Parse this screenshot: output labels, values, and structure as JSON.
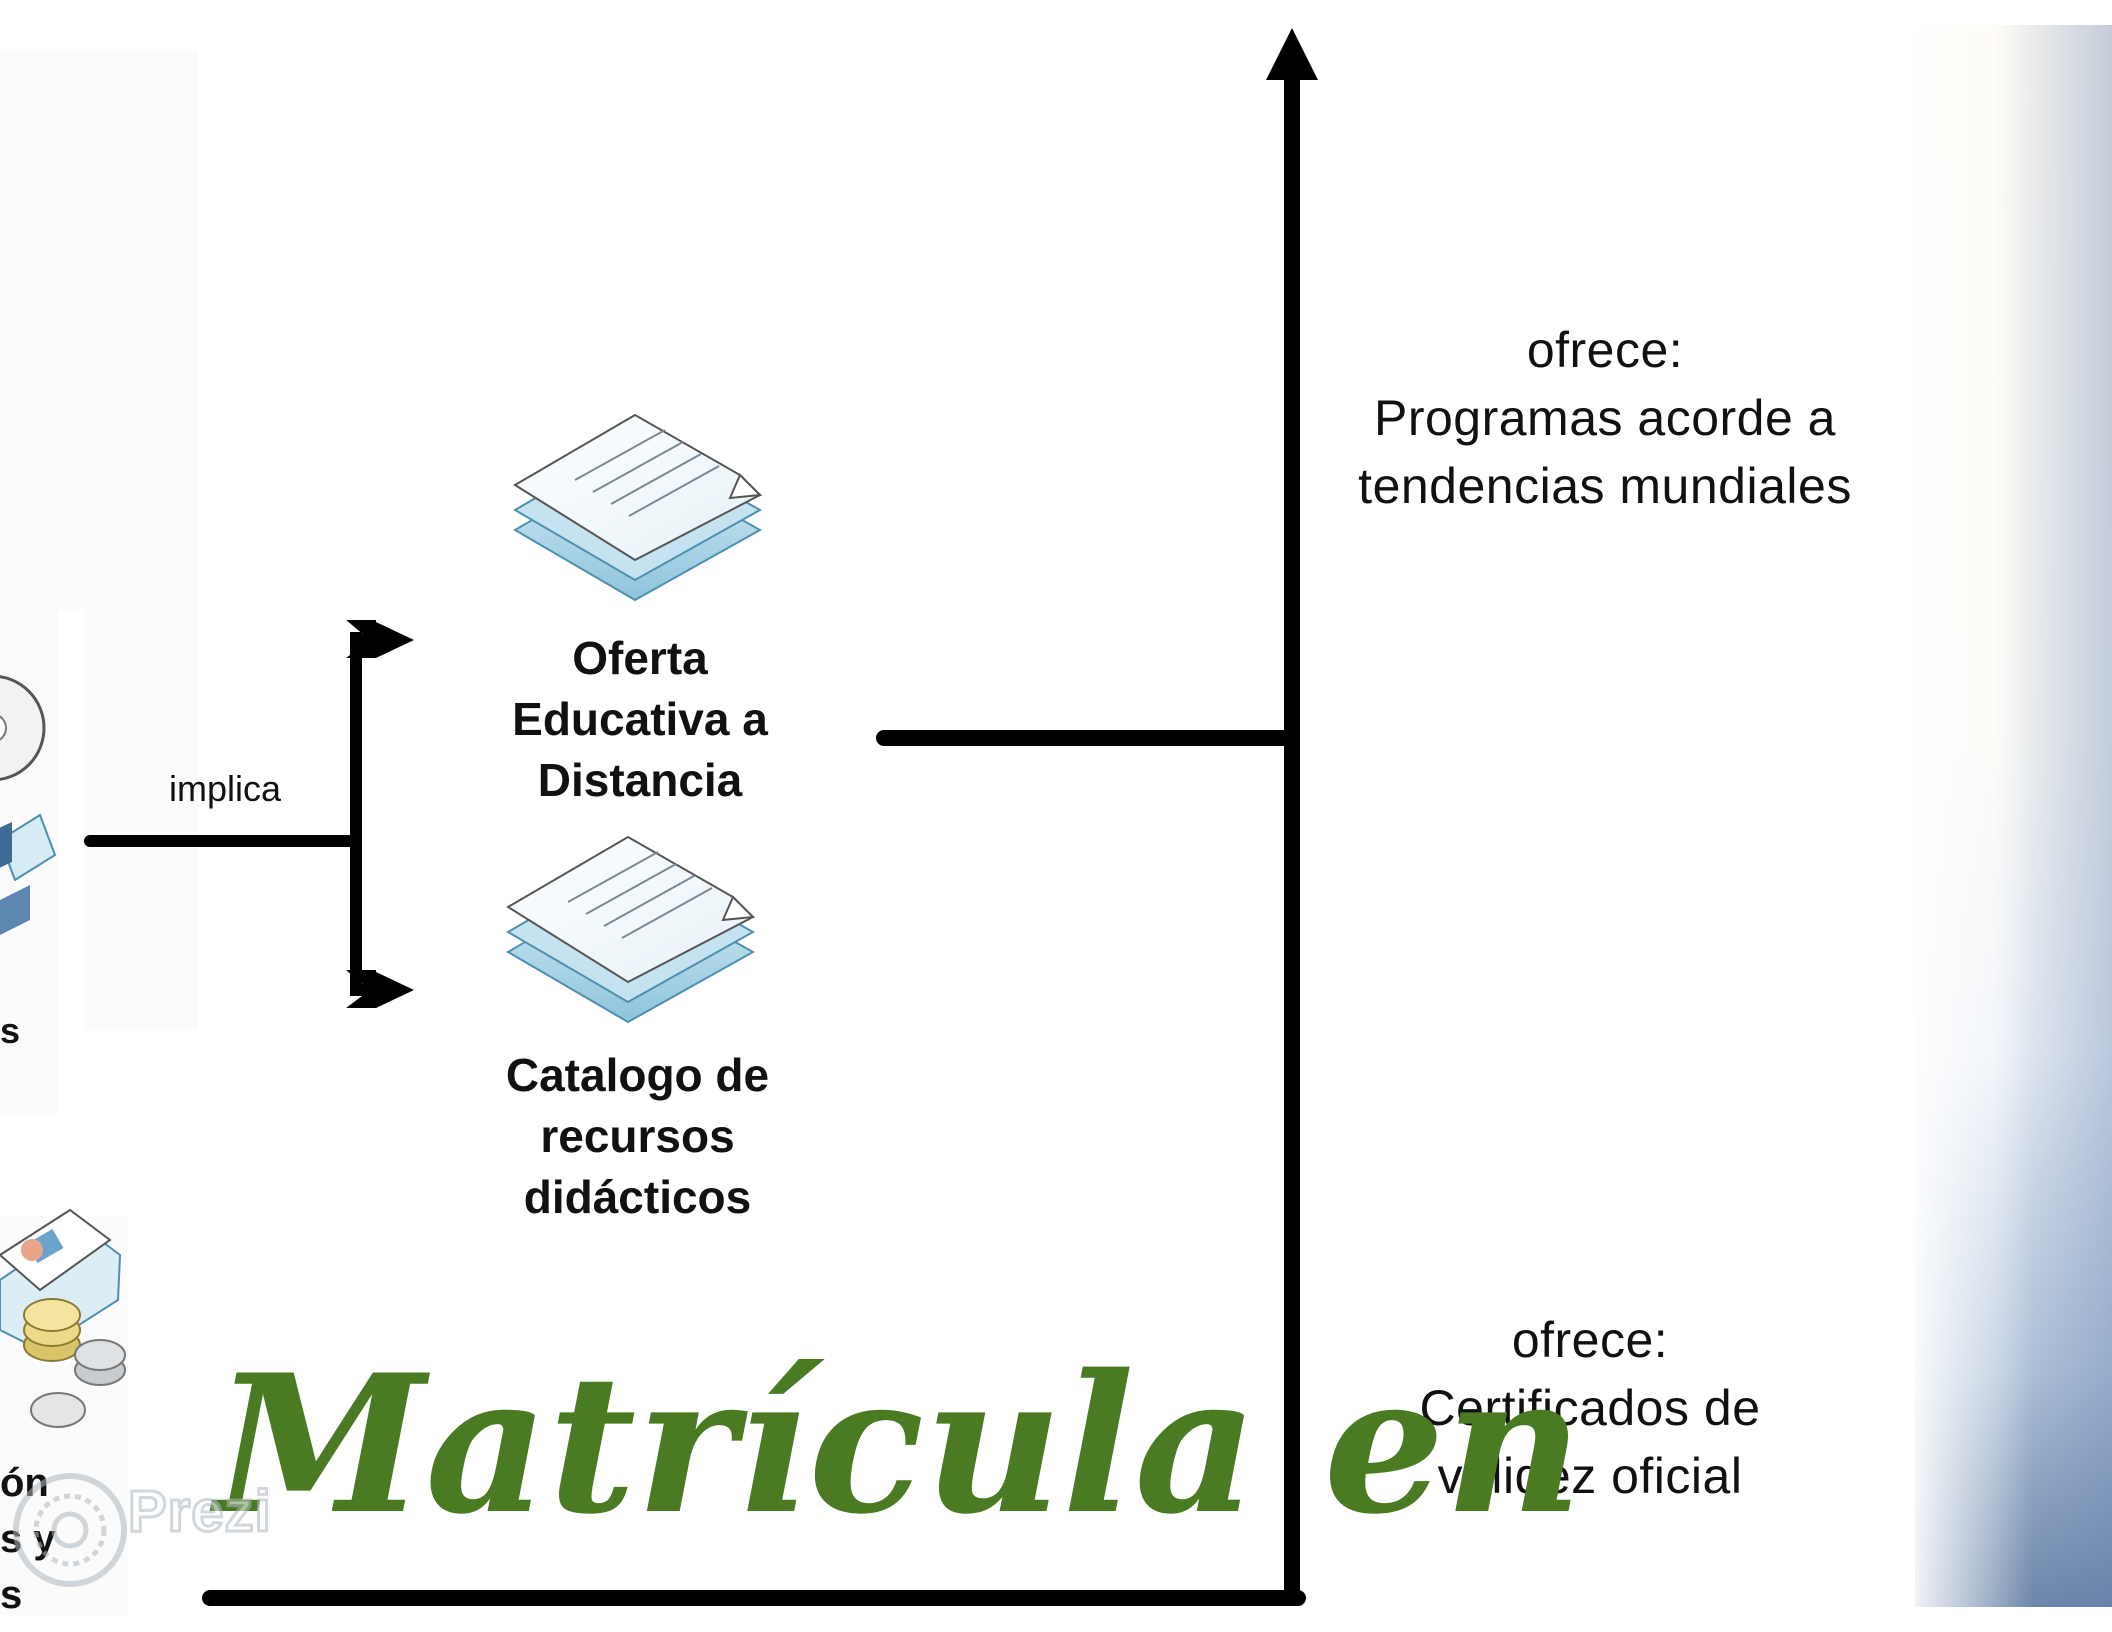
{
  "labels": {
    "implica": "implica",
    "oferta": "Oferta\nEducativa a\nDistancia",
    "catalogo": "Catalogo de\nrecursos\ndidácticos",
    "programas": "ofrece:\nProgramas acorde a\ntendencias mundiales",
    "certificados": "ofrece:\nCertificados de\nvalidez oficial",
    "heading": "Matrícula en",
    "partial_left": "ón\ns y\ns",
    "partial_side": "s"
  },
  "watermark": {
    "label": "Prezi"
  },
  "icons": [
    "documents-stack-icon",
    "documents-stack-icon",
    "cd-icon",
    "certificate-coins-icon"
  ],
  "colors": {
    "heading": "#4a7a22",
    "line": "#000000",
    "doc_fill": "#a8d4e6"
  }
}
